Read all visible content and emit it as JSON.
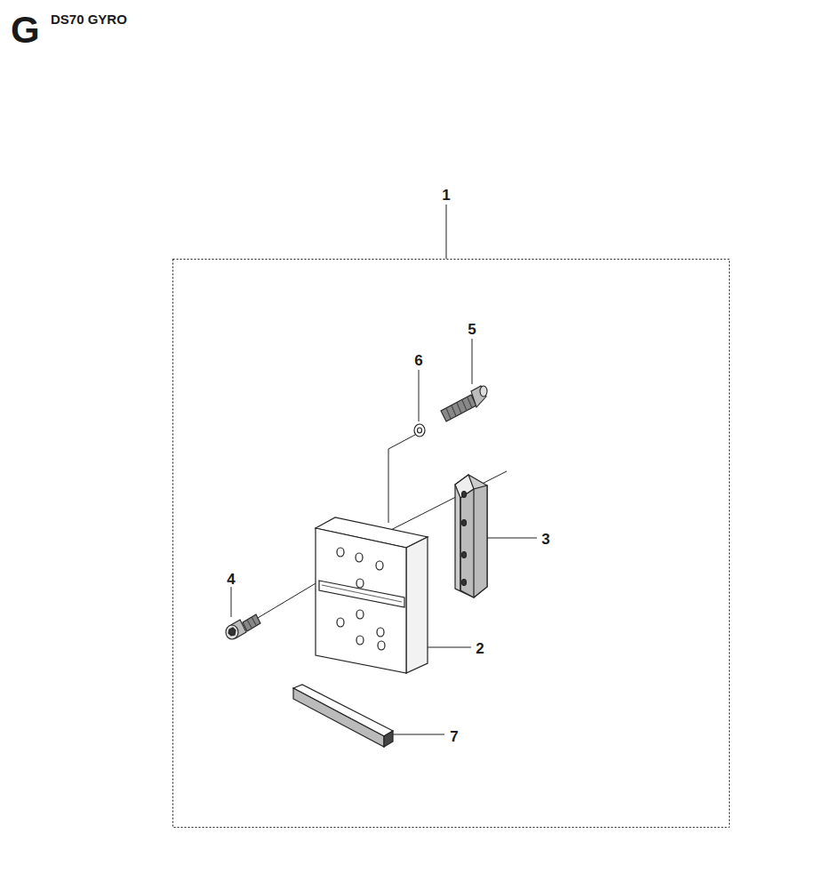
{
  "diagram": {
    "title": "DS70 GYRO",
    "labels": [
      "G",
      "1",
      "5",
      "6",
      "3",
      "4",
      "2",
      "7"
    ]
  }
}
